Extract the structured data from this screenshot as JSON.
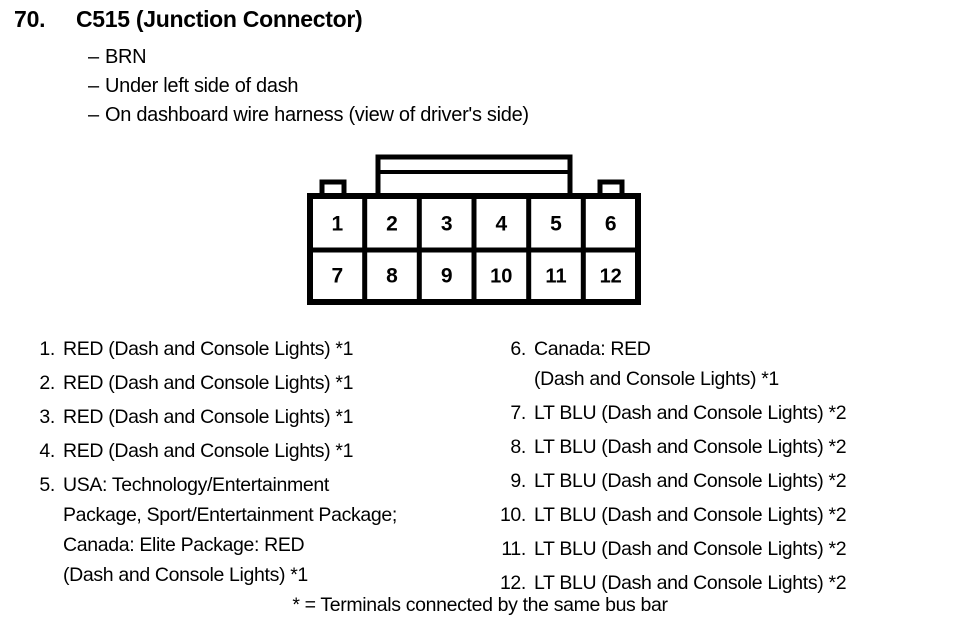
{
  "header": {
    "item_number": "70.",
    "title": "C515 (Junction Connector)",
    "notes": [
      "BRN",
      "Under left side of dash",
      "On dashboard wire harness (view of driver's side)"
    ],
    "dash": "–"
  },
  "connector": {
    "rows": [
      [
        "1",
        "2",
        "3",
        "4",
        "5",
        "6"
      ],
      [
        "7",
        "8",
        "9",
        "10",
        "11",
        "12"
      ]
    ]
  },
  "pins_left": [
    {
      "num": "1.",
      "lines": [
        "RED (Dash and Console Lights) *1"
      ]
    },
    {
      "num": "2.",
      "lines": [
        "RED (Dash and Console Lights) *1"
      ]
    },
    {
      "num": "3.",
      "lines": [
        "RED (Dash and Console Lights) *1"
      ]
    },
    {
      "num": "4.",
      "lines": [
        "RED (Dash and Console Lights) *1"
      ]
    },
    {
      "num": "5.",
      "lines": [
        "USA: Technology/Entertainment",
        "Package, Sport/Entertainment Package;",
        "Canada: Elite Package: RED",
        "(Dash and Console Lights) *1"
      ]
    }
  ],
  "pins_right": [
    {
      "num": "6.",
      "lines": [
        "Canada: RED",
        "(Dash and Console Lights) *1"
      ]
    },
    {
      "num": "7.",
      "lines": [
        "LT BLU (Dash and Console Lights) *2"
      ]
    },
    {
      "num": "8.",
      "lines": [
        "LT BLU (Dash and Console Lights) *2"
      ]
    },
    {
      "num": "9.",
      "lines": [
        "LT BLU (Dash and Console Lights) *2"
      ]
    },
    {
      "num": "10.",
      "lines": [
        "LT BLU (Dash and Console Lights) *2"
      ]
    },
    {
      "num": "11.",
      "lines": [
        "LT BLU (Dash and Console Lights) *2"
      ]
    },
    {
      "num": "12.",
      "lines": [
        "LT BLU (Dash and Console Lights) *2"
      ]
    }
  ],
  "footnote": "* = Terminals connected by the same bus bar",
  "colors": {
    "ink": "#000000",
    "paper": "#ffffff"
  }
}
